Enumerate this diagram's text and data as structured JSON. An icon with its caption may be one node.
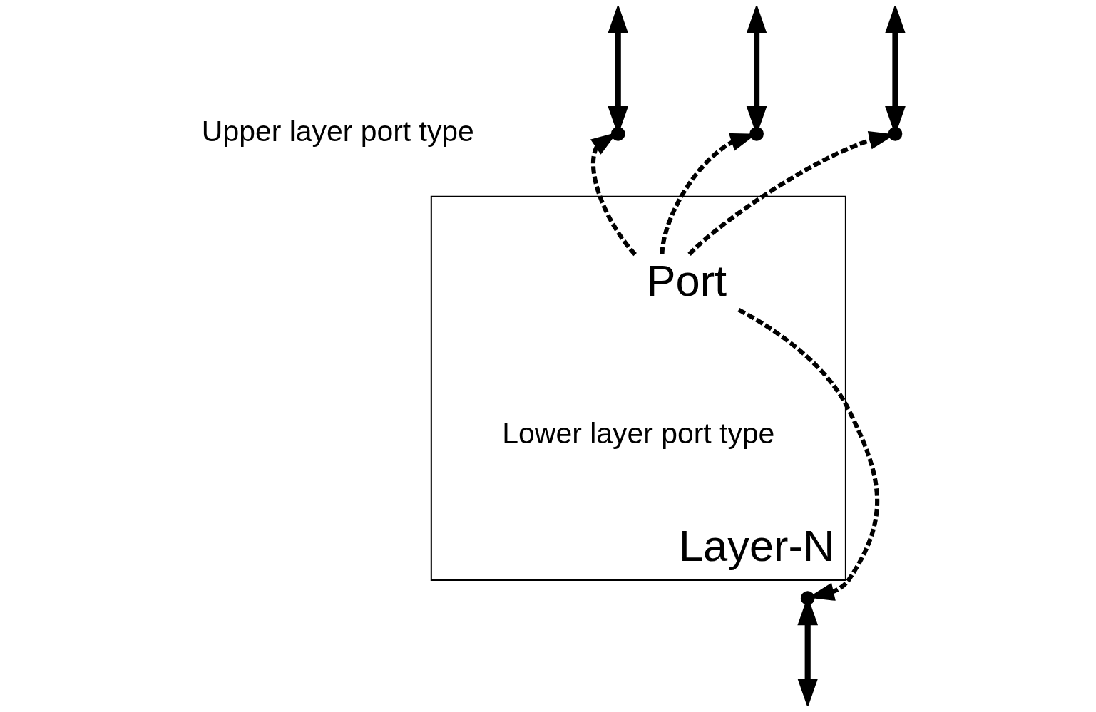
{
  "diagram": {
    "nodes": [
      {
        "text": [
          "Layer-N"
        ]
      },
      {
        "text": [
          "Port"
        ],
        "in": 0
      },
      {
        "text": [],
        "shape": "point"
      },
      {
        "text": [],
        "shape": "point"
      },
      {
        "text": [],
        "shape": "point"
      },
      {
        "text": [],
        "shape": "point"
      }
    ],
    "edges": [
      {
        "from": 1,
        "to": 2,
        "arrow": "to",
        "style": "dashed"
      },
      {
        "from": 1,
        "to": 3,
        "arrow": "to",
        "style": "dashed"
      },
      {
        "from": 1,
        "to": 4,
        "arrow": "to",
        "style": "dashed"
      },
      {
        "from": 1,
        "to": 5,
        "arrow": "to",
        "style": "dashed"
      },
      {
        "from": 2,
        "to": null,
        "arrow": "both"
      },
      {
        "from": 3,
        "to": null,
        "arrow": "both"
      },
      {
        "from": 4,
        "to": null,
        "arrow": "both"
      },
      {
        "from": 5,
        "to": null,
        "arrow": "both"
      }
    ],
    "labels": [
      "Upper layer port type",
      "Lower layer port type"
    ]
  }
}
